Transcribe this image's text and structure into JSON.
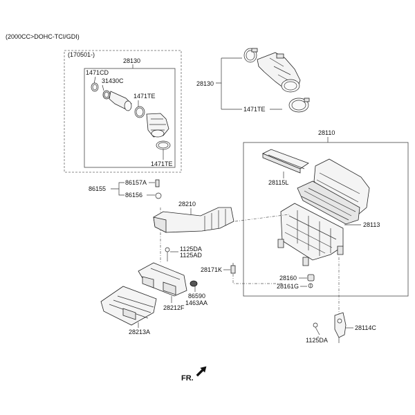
{
  "header": {
    "title": "(2000CC>DOHC-TCI/GDI)"
  },
  "variant_box": {
    "label": "(170501-)",
    "assembly": "28130"
  },
  "labels": {
    "p1471CD": "1471CD",
    "p31430C": "31430C",
    "p1471TE_a": "1471TE",
    "p1471TE_b": "1471TE",
    "p28130_main": "28130",
    "p1471TE_main": "1471TE",
    "p28110": "28110",
    "p28115L": "28115L",
    "p28113": "28113",
    "p86157A": "86157A",
    "p86155": "86155",
    "p86156": "86156",
    "p28210": "28210",
    "p1125DA_a": "1125DA",
    "p1125AD": "1125AD",
    "p28171K": "28171K",
    "p28160": "28160",
    "p28161G": "28161G",
    "p86590": "86590",
    "p1463AA": "1463AA",
    "p28212F": "28212F",
    "p28213A": "28213A",
    "p28114C": "28114C",
    "p1125DA_b": "1125DA"
  },
  "footer": {
    "direction": "FR."
  }
}
